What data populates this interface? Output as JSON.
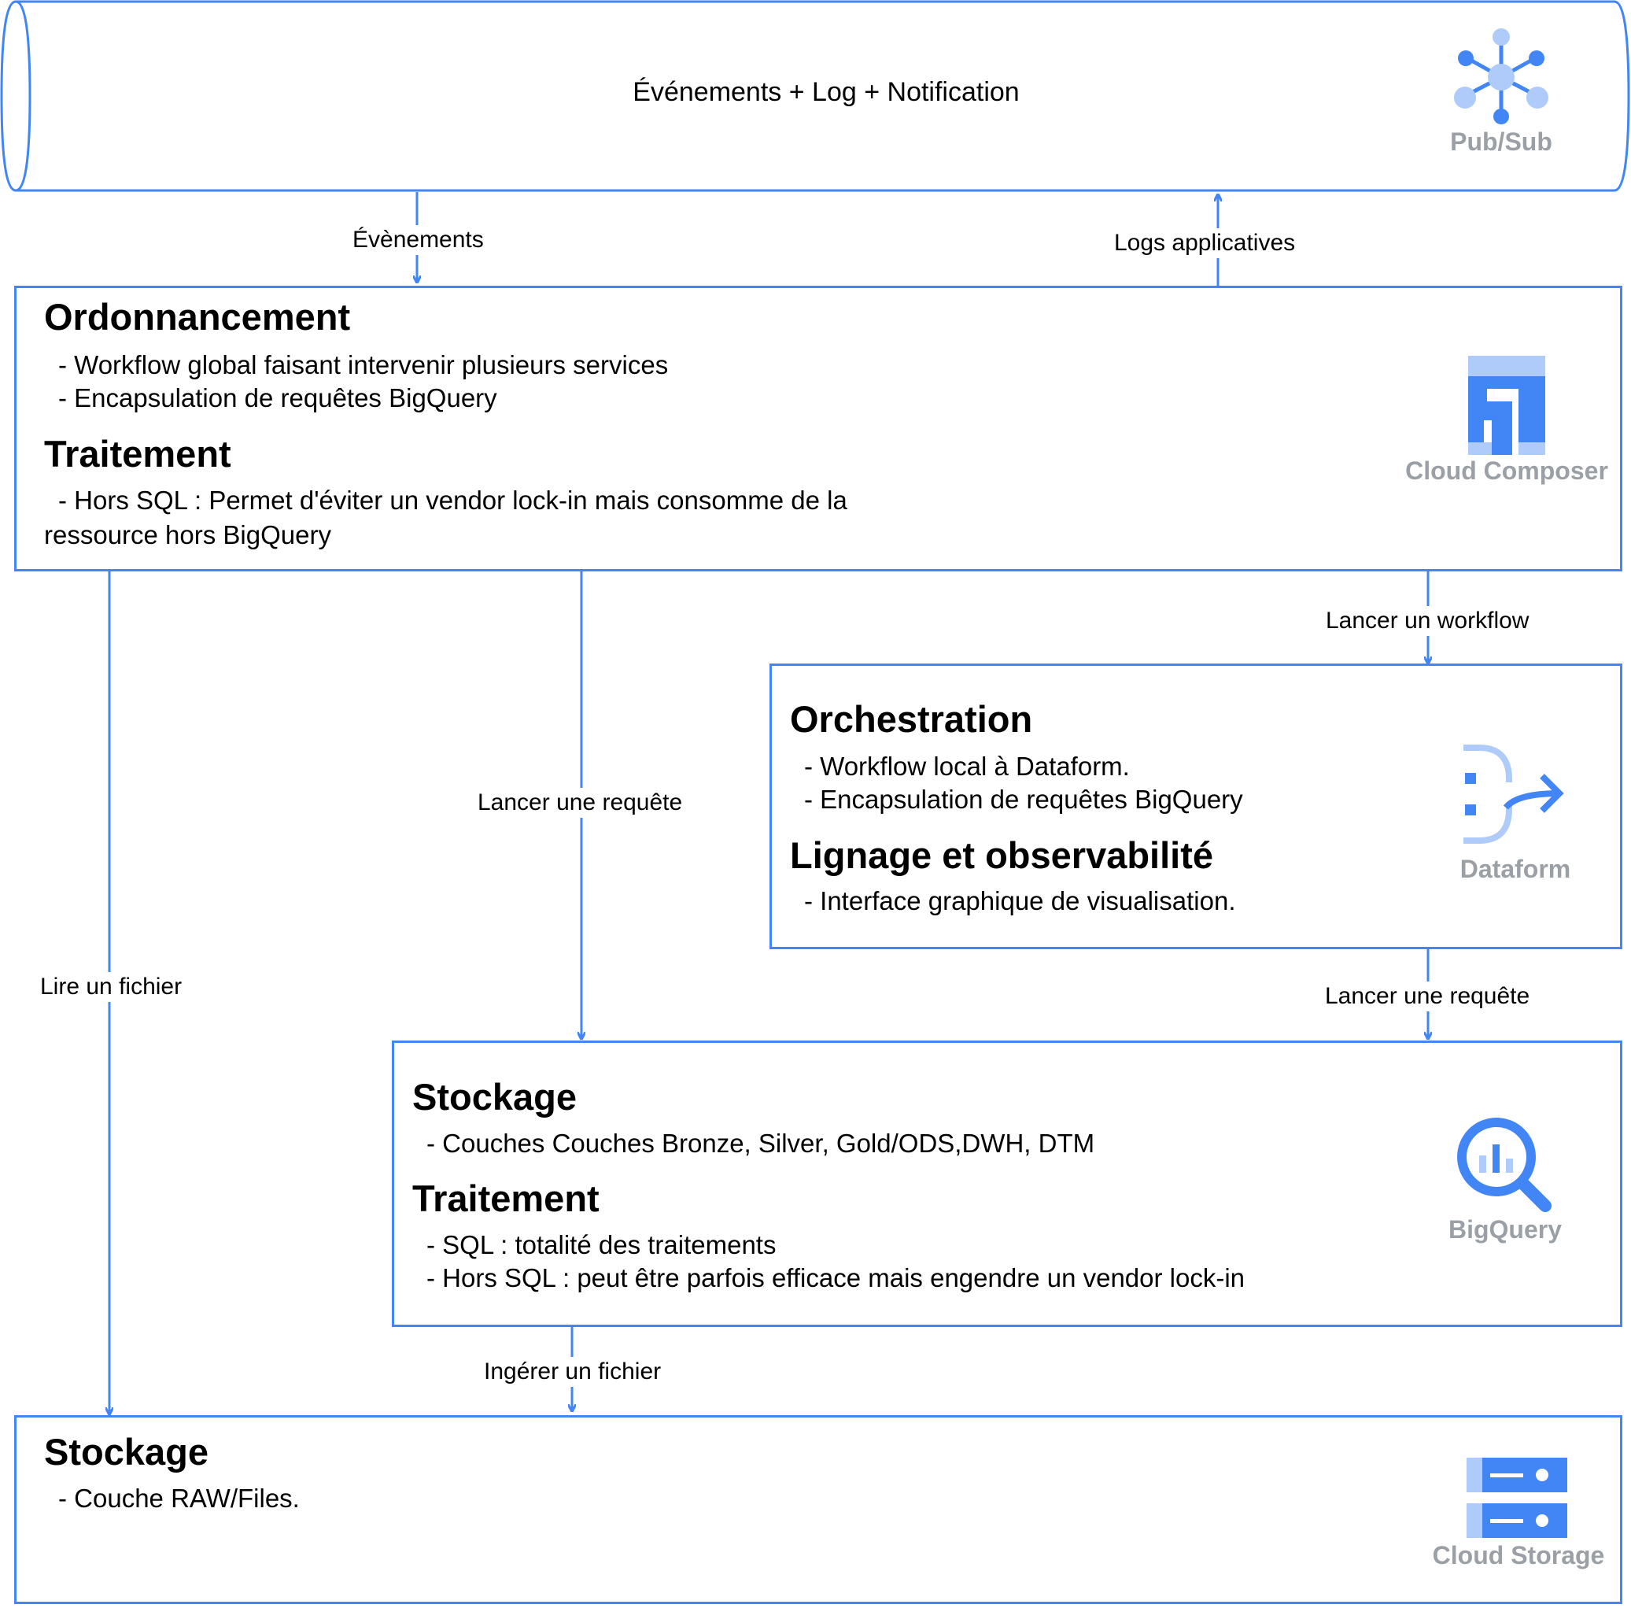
{
  "colors": {
    "accent": "#4285f4",
    "icon_light": "#aecbfa",
    "icon_mid": "#669df6",
    "service_label": "#9aa0a6"
  },
  "pubsub": {
    "title": "Événements + Log + Notification",
    "service": "Pub/Sub",
    "icon": "pubsub-icon"
  },
  "composer": {
    "heading1": "Ordonnancement",
    "items1": [
      "- Workflow global faisant intervenir plusieurs services",
      "- Encapsulation de requêtes BigQuery"
    ],
    "heading2": "Traitement",
    "items2_line1": "- Hors SQL : Permet d'éviter un vendor lock-in mais consomme de la",
    "items2_line2": "ressource hors BigQuery",
    "service": "Cloud Composer",
    "icon": "cloud-composer-icon"
  },
  "dataform": {
    "heading1": "Orchestration",
    "items1": [
      "- Workflow local à Dataform.",
      "- Encapsulation de requêtes BigQuery"
    ],
    "heading2": "Lignage et observabilité",
    "items2": [
      "- Interface graphique de visualisation."
    ],
    "service": "Dataform",
    "icon": "dataform-icon"
  },
  "bigquery": {
    "heading1": "Stockage",
    "items1": [
      "- Couches Couches Bronze, Silver, Gold/ODS,DWH, DTM"
    ],
    "heading2": "Traitement",
    "items2": [
      "- SQL : totalité des traitements",
      "- Hors SQL : peut être parfois efficace mais engendre un vendor lock-in"
    ],
    "service": "BigQuery",
    "icon": "bigquery-icon"
  },
  "storage": {
    "heading1": "Stockage",
    "items1": [
      "- Couche RAW/Files."
    ],
    "service": "Cloud Storage",
    "icon": "cloud-storage-icon"
  },
  "edges": {
    "events": "Évènements",
    "app_logs": "Logs applicatives",
    "launch_workflow": "Lancer un workflow",
    "launch_query_composer": "Lancer une requête",
    "launch_query_dataform": "Lancer une requête",
    "read_file": "Lire un fichier",
    "ingest_file": "Ingérer un fichier"
  }
}
